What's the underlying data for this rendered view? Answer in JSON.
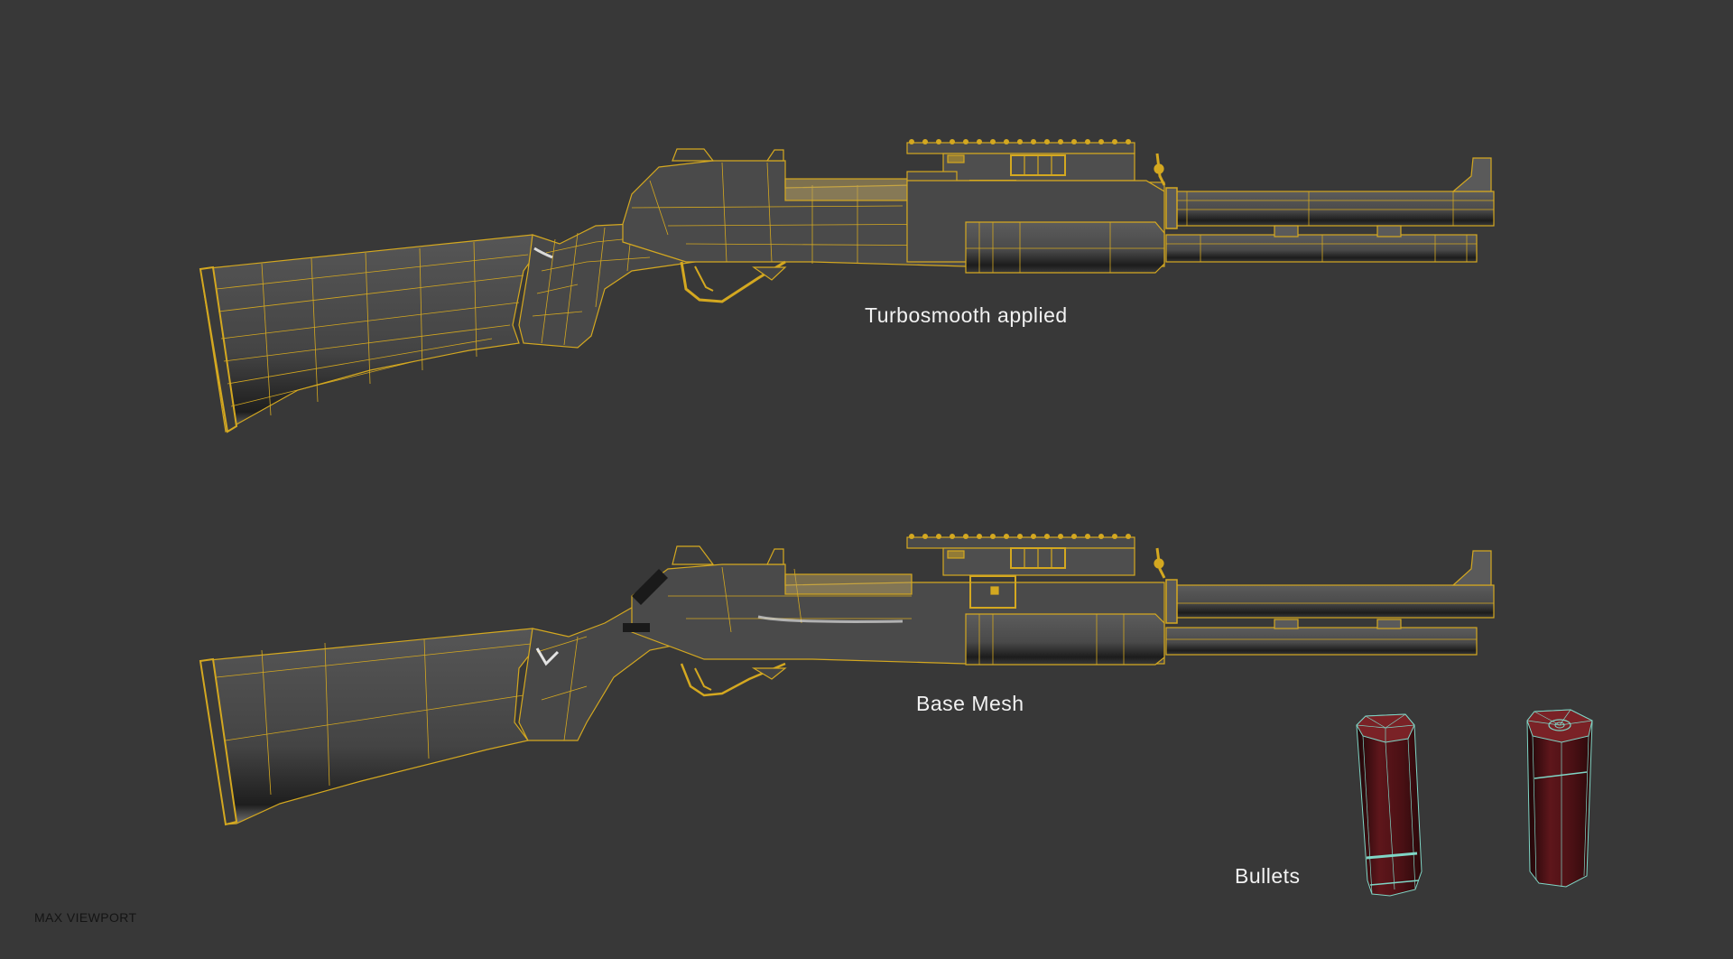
{
  "viewport": {
    "name": "MAX VIEWPORT",
    "background": "#383838"
  },
  "labels": {
    "top_model": "Turbosmooth applied",
    "bottom_model": "Base Mesh",
    "bullets": "Bullets"
  },
  "colors": {
    "wireframe": "#d4a820",
    "mesh_fill": "#4a4a4a",
    "bullet_fill": "#5a1519",
    "bullet_wire": "#7fd6c6",
    "label_text": "#f2f2f2",
    "corner_text": "#141414"
  },
  "models": [
    {
      "id": "shotgun-turbosmooth",
      "label": "Turbosmooth applied"
    },
    {
      "id": "shotgun-base-mesh",
      "label": "Base Mesh"
    },
    {
      "id": "bullet-1",
      "label": "Bullets"
    },
    {
      "id": "bullet-2",
      "label": "Bullets"
    }
  ]
}
